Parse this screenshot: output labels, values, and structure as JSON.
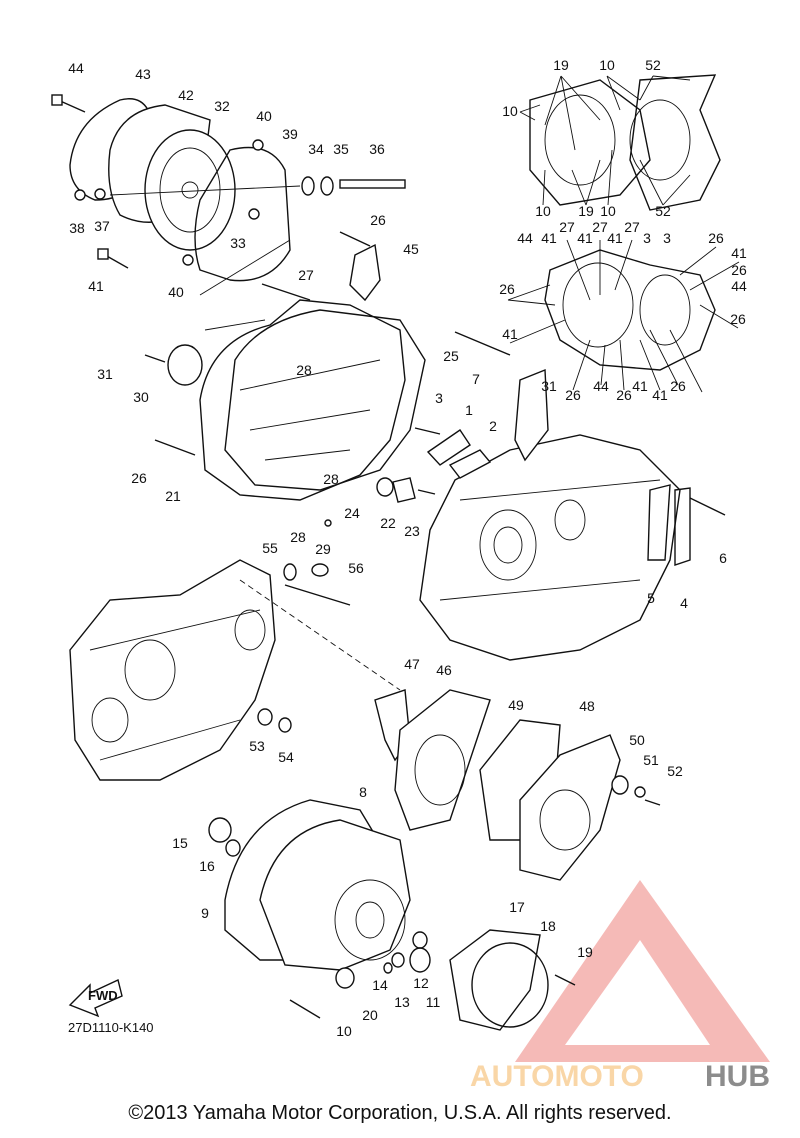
{
  "diagram": {
    "drawing_code": "27D1110-K140",
    "fwd_label": "FWD",
    "callouts": [
      {
        "id": "c44a",
        "label": "44"
      },
      {
        "id": "c43",
        "label": "43"
      },
      {
        "id": "c42",
        "label": "42"
      },
      {
        "id": "c32",
        "label": "32"
      },
      {
        "id": "c40a",
        "label": "40"
      },
      {
        "id": "c39",
        "label": "39"
      },
      {
        "id": "c34",
        "label": "34"
      },
      {
        "id": "c35",
        "label": "35"
      },
      {
        "id": "c36",
        "label": "36"
      },
      {
        "id": "c38",
        "label": "38"
      },
      {
        "id": "c37",
        "label": "37"
      },
      {
        "id": "c33",
        "label": "33"
      },
      {
        "id": "c41a",
        "label": "41"
      },
      {
        "id": "c40b",
        "label": "40"
      },
      {
        "id": "c26a",
        "label": "26"
      },
      {
        "id": "c45",
        "label": "45"
      },
      {
        "id": "c27a",
        "label": "27"
      },
      {
        "id": "c25",
        "label": "25"
      },
      {
        "id": "c31a",
        "label": "31"
      },
      {
        "id": "c30",
        "label": "30"
      },
      {
        "id": "c28a",
        "label": "28"
      },
      {
        "id": "c7",
        "label": "7"
      },
      {
        "id": "c3a",
        "label": "3"
      },
      {
        "id": "c1",
        "label": "1"
      },
      {
        "id": "c2",
        "label": "2"
      },
      {
        "id": "c26b",
        "label": "26"
      },
      {
        "id": "c21",
        "label": "21"
      },
      {
        "id": "c28b",
        "label": "28"
      },
      {
        "id": "c24",
        "label": "24"
      },
      {
        "id": "c22",
        "label": "22"
      },
      {
        "id": "c23",
        "label": "23"
      },
      {
        "id": "c28c",
        "label": "28"
      },
      {
        "id": "c29",
        "label": "29"
      },
      {
        "id": "c6",
        "label": "6"
      },
      {
        "id": "c5",
        "label": "5"
      },
      {
        "id": "c4",
        "label": "4"
      },
      {
        "id": "c55",
        "label": "55"
      },
      {
        "id": "c56",
        "label": "56"
      },
      {
        "id": "c47",
        "label": "47"
      },
      {
        "id": "c46",
        "label": "46"
      },
      {
        "id": "c49",
        "label": "49"
      },
      {
        "id": "c48",
        "label": "48"
      },
      {
        "id": "c50",
        "label": "50"
      },
      {
        "id": "c51",
        "label": "51"
      },
      {
        "id": "c52a",
        "label": "52"
      },
      {
        "id": "c53",
        "label": "53"
      },
      {
        "id": "c54",
        "label": "54"
      },
      {
        "id": "c8",
        "label": "8"
      },
      {
        "id": "c15",
        "label": "15"
      },
      {
        "id": "c16",
        "label": "16"
      },
      {
        "id": "c9",
        "label": "9"
      },
      {
        "id": "c17",
        "label": "17"
      },
      {
        "id": "c18",
        "label": "18"
      },
      {
        "id": "c19a",
        "label": "19"
      },
      {
        "id": "c12",
        "label": "12"
      },
      {
        "id": "c14",
        "label": "14"
      },
      {
        "id": "c13",
        "label": "13"
      },
      {
        "id": "c11",
        "label": "11"
      },
      {
        "id": "c20",
        "label": "20"
      },
      {
        "id": "c10a",
        "label": "10"
      },
      {
        "id": "c19b",
        "label": "19"
      },
      {
        "id": "c10b",
        "label": "10"
      },
      {
        "id": "c52b",
        "label": "52"
      },
      {
        "id": "c10c",
        "label": "10"
      },
      {
        "id": "c10d",
        "label": "10"
      },
      {
        "id": "c19c",
        "label": "19"
      },
      {
        "id": "c10e",
        "label": "10"
      },
      {
        "id": "c52c",
        "label": "52"
      },
      {
        "id": "c44b",
        "label": "44"
      },
      {
        "id": "c41b",
        "label": "41"
      },
      {
        "id": "c27b",
        "label": "27"
      },
      {
        "id": "c41c",
        "label": "41"
      },
      {
        "id": "c27c",
        "label": "27"
      },
      {
        "id": "c41d",
        "label": "41"
      },
      {
        "id": "c27d",
        "label": "27"
      },
      {
        "id": "c3b",
        "label": "3"
      },
      {
        "id": "c3c",
        "label": "3"
      },
      {
        "id": "c26c",
        "label": "26"
      },
      {
        "id": "c41e",
        "label": "41"
      },
      {
        "id": "c26d",
        "label": "26"
      },
      {
        "id": "c44c",
        "label": "44"
      },
      {
        "id": "c26e",
        "label": "26"
      },
      {
        "id": "c26f",
        "label": "26"
      },
      {
        "id": "c41f",
        "label": "41"
      },
      {
        "id": "c26g",
        "label": "26"
      },
      {
        "id": "c44d",
        "label": "44"
      },
      {
        "id": "c26h",
        "label": "26"
      },
      {
        "id": "c41g",
        "label": "41"
      },
      {
        "id": "c41h",
        "label": "41"
      },
      {
        "id": "c26i",
        "label": "26"
      },
      {
        "id": "c31b",
        "label": "31"
      }
    ]
  },
  "watermark": {
    "word_part1": "AUTOMOTO",
    "word_part2": "HUB",
    "color_primary": "#f2a4a0",
    "color_secondary": "#f7c98a",
    "color_hub": "#555555"
  },
  "footer": {
    "copyright": "©2013 Yamaha Motor Corporation, U.S.A. All rights reserved."
  }
}
